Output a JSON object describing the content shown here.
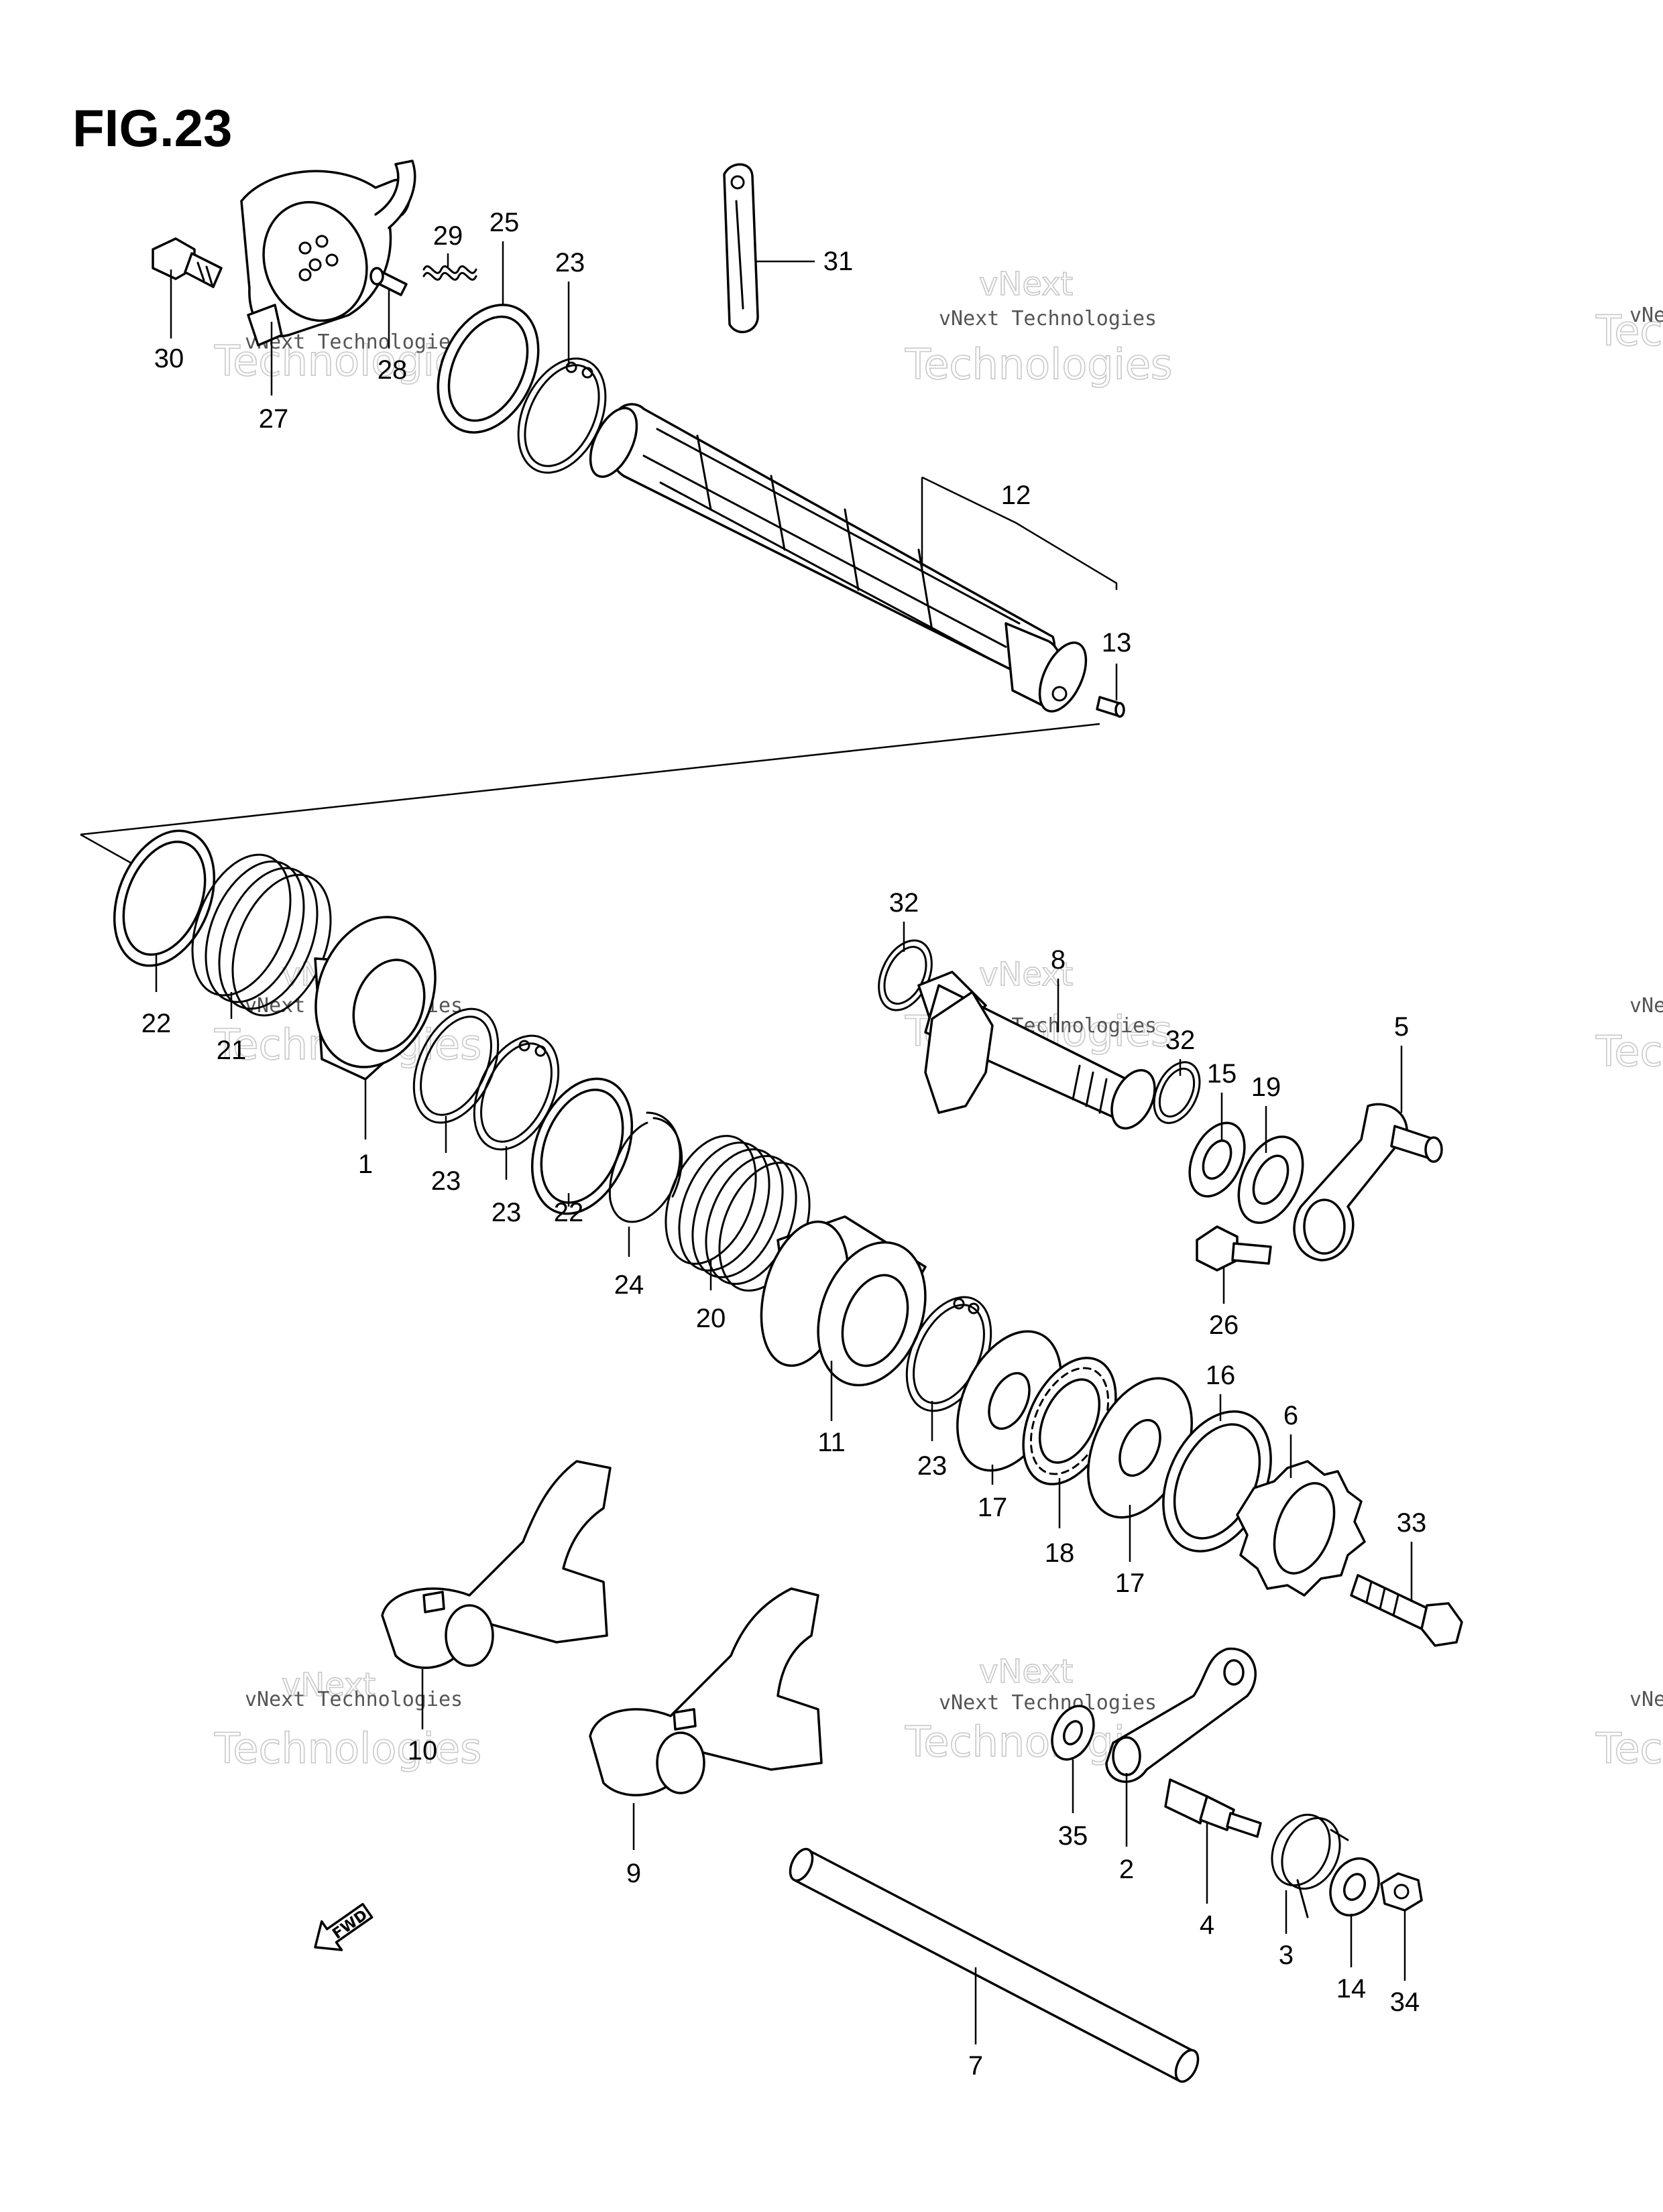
{
  "figure_title": "FIG.23",
  "watermark": {
    "line1": "vNext",
    "line2": "Technologies",
    "small": "vNext Technologies"
  },
  "fwd_label": "FWD",
  "callouts": [
    {
      "id": "c1",
      "label": "1"
    },
    {
      "id": "c2",
      "label": "2"
    },
    {
      "id": "c3",
      "label": "3"
    },
    {
      "id": "c4",
      "label": "4"
    },
    {
      "id": "c5",
      "label": "5"
    },
    {
      "id": "c6",
      "label": "6"
    },
    {
      "id": "c7",
      "label": "7"
    },
    {
      "id": "c8",
      "label": "8"
    },
    {
      "id": "c9",
      "label": "9"
    },
    {
      "id": "c10",
      "label": "10"
    },
    {
      "id": "c11",
      "label": "11"
    },
    {
      "id": "c12",
      "label": "12"
    },
    {
      "id": "c13",
      "label": "13"
    },
    {
      "id": "c14",
      "label": "14"
    },
    {
      "id": "c15",
      "label": "15"
    },
    {
      "id": "c16",
      "label": "16"
    },
    {
      "id": "c17a",
      "label": "17"
    },
    {
      "id": "c17b",
      "label": "17"
    },
    {
      "id": "c18",
      "label": "18"
    },
    {
      "id": "c19",
      "label": "19"
    },
    {
      "id": "c20",
      "label": "20"
    },
    {
      "id": "c21",
      "label": "21"
    },
    {
      "id": "c22a",
      "label": "22"
    },
    {
      "id": "c22b",
      "label": "22"
    },
    {
      "id": "c23a",
      "label": "23"
    },
    {
      "id": "c23b",
      "label": "23"
    },
    {
      "id": "c23c",
      "label": "23"
    },
    {
      "id": "c23d",
      "label": "23"
    },
    {
      "id": "c24",
      "label": "24"
    },
    {
      "id": "c25",
      "label": "25"
    },
    {
      "id": "c26",
      "label": "26"
    },
    {
      "id": "c27",
      "label": "27"
    },
    {
      "id": "c28",
      "label": "28"
    },
    {
      "id": "c29",
      "label": "29"
    },
    {
      "id": "c30",
      "label": "30"
    },
    {
      "id": "c31",
      "label": "31"
    },
    {
      "id": "c32a",
      "label": "32"
    },
    {
      "id": "c32b",
      "label": "32"
    },
    {
      "id": "c33",
      "label": "33"
    },
    {
      "id": "c34",
      "label": "34"
    },
    {
      "id": "c35",
      "label": "35"
    }
  ]
}
